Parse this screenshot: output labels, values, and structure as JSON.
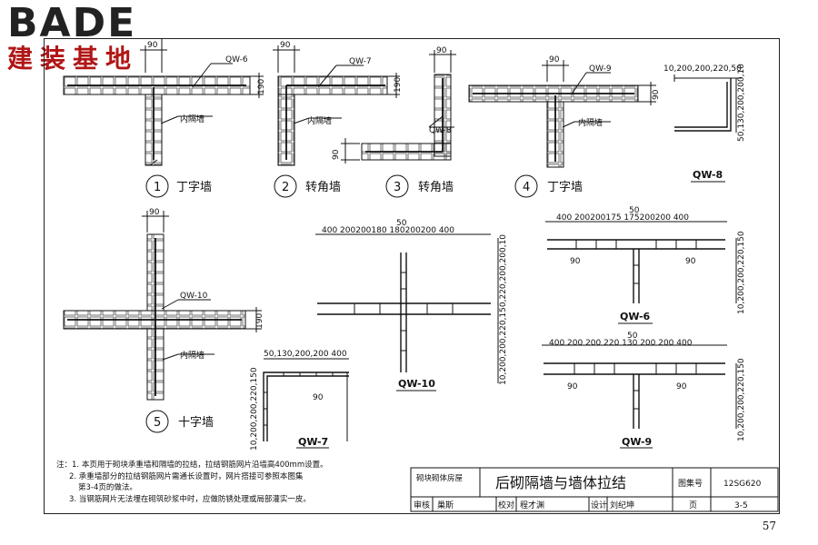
{
  "logo": {
    "letters": "BADE",
    "cn": "建装基地"
  },
  "dims": {
    "t90": "90",
    "t190": "190",
    "qw6": "QW-6",
    "qw7": "QW-7",
    "qw8": "QW-8",
    "qw9": "QW-9",
    "qw10": "QW-10",
    "neigeqiang": "内隔墙",
    "qw8_top": "10,200,200,220,50",
    "qw8_side": "50,130,200,200,10",
    "qw10_top": "400 200200180 180200200 400",
    "qw10_top50": "50",
    "qw10_side": "10,200,200,220,150,220,200,200,10",
    "qw6_top": "400 200200175 175200200 400",
    "qw6_top50": "50",
    "qw6_side": "10,200,200,220,150",
    "qw9_top": "400 200 200 220 130 200 200 400",
    "qw9_top50": "50",
    "qw9_side": "10,200,200,220,150",
    "qw7_top": "50,130,200,200 400",
    "qw7_side": "10,200,200,220,150"
  },
  "captions": [
    {
      "num": "1",
      "label": "丁字墙"
    },
    {
      "num": "2",
      "label": "转角墙"
    },
    {
      "num": "3",
      "label": "转角墙"
    },
    {
      "num": "4",
      "label": "丁字墙"
    },
    {
      "num": "5",
      "label": "十字墙"
    }
  ],
  "notes": {
    "prefix": "注：",
    "lines": [
      "1. 本页用于砌块承重墙和隔墙的拉结，拉结钢筋网片沿墙高400mm设置。",
      "2. 承重墙部分的拉结钢筋网片需通长设置时，网片搭接可参照本图集",
      "第3-4页的做法。",
      "3. 当钢筋网片无法埋在砌筑砂浆中时，应做防锈处理或局部灌实一皮。"
    ]
  },
  "titleblock": {
    "category": "砌块砌体房屋",
    "title": "后砌隔墙与墙体拉结",
    "atlas_label": "图集号",
    "atlas_no": "12SG620",
    "review_label": "审核",
    "review_name": "巢斯",
    "check_label": "校对",
    "check_name": "程才渊",
    "design_label": "设计",
    "design_name": "刘纪坤",
    "page_label": "页",
    "page_no": "3-5"
  },
  "page_number": "57"
}
